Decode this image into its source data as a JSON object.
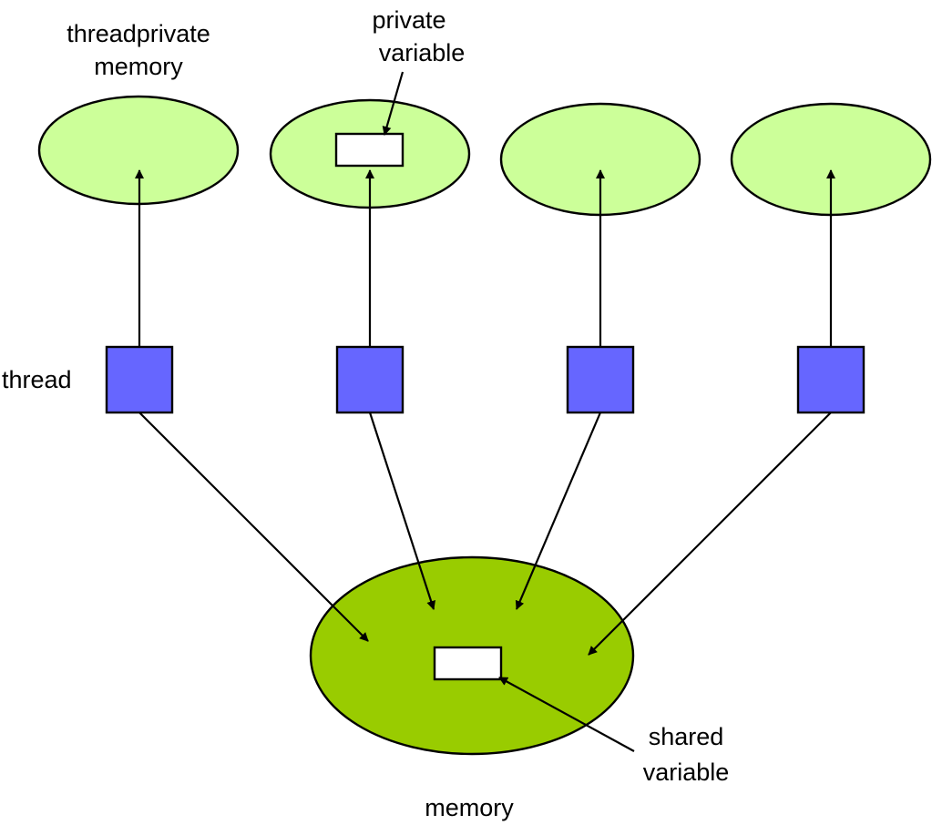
{
  "colors": {
    "private_memory_fill": "#ccff99",
    "shared_memory_fill": "#99cc00",
    "thread_fill": "#6666ff",
    "variable_fill": "#ffffff",
    "stroke": "#000000"
  },
  "labels": {
    "threadprivate_memory": [
      "threadprivate",
      "memory"
    ],
    "private_variable": [
      "private",
      "variable"
    ],
    "thread": "thread",
    "shared_variable": [
      "shared",
      "variable"
    ],
    "memory": "memory"
  },
  "nodes": {
    "private_memories": 4,
    "threads": 4
  }
}
